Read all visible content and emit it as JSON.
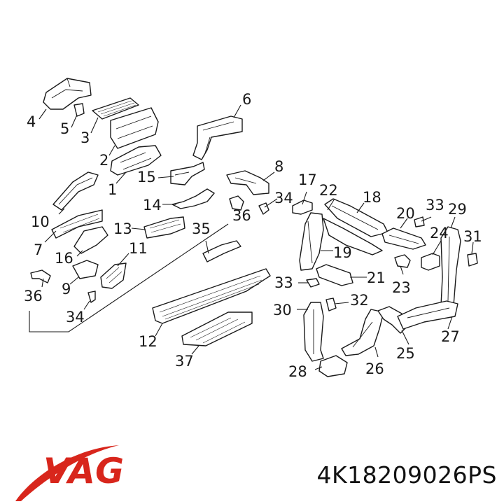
{
  "callouts": {
    "c1": "1",
    "c2": "2",
    "c3": "3",
    "c4": "4",
    "c5": "5",
    "c6": "6",
    "c7": "7",
    "c8": "8",
    "c9": "9",
    "c10": "10",
    "c11": "11",
    "c12": "12",
    "c13": "13",
    "c14": "14",
    "c15": "15",
    "c16": "16",
    "c17": "17",
    "c18": "18",
    "c19": "19",
    "c20": "20",
    "c21": "21",
    "c22": "22",
    "c23": "23",
    "c24": "24",
    "c25": "25",
    "c26": "26",
    "c27": "27",
    "c28": "28",
    "c29": "29",
    "c30": "30",
    "c31": "31",
    "c32": "32",
    "c33": "33",
    "c34": "34",
    "c35": "35",
    "c36": "36",
    "c37": "37"
  },
  "logo": {
    "text": "VAG",
    "color": "#d8261c"
  },
  "part_number": "4K18209026PS"
}
